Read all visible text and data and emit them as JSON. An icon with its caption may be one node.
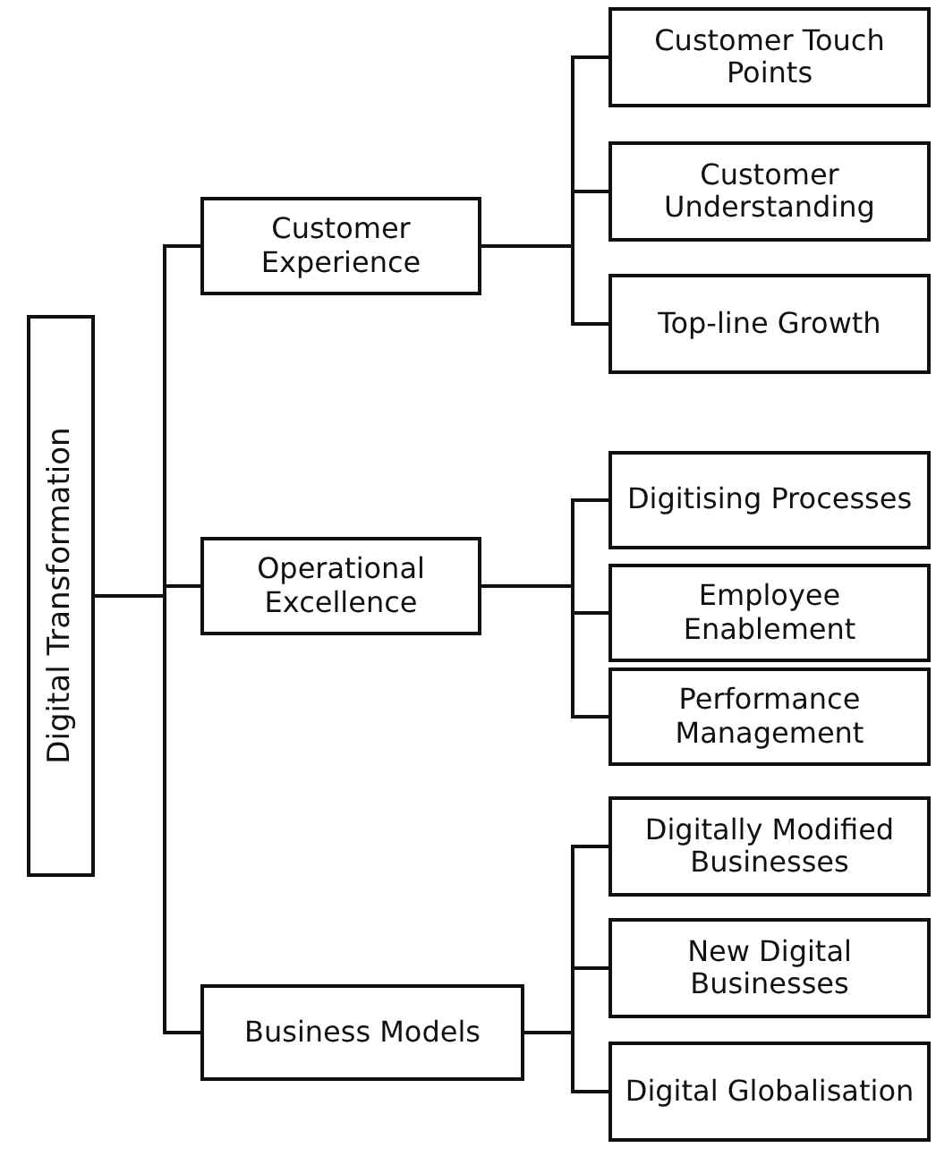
{
  "diagram": {
    "nodes": [
      {
        "text": [
          "Digital Transformation"
        ]
      },
      {
        "text": [
          "Customer Experience"
        ]
      },
      {
        "text": [
          "Customer Touch Points"
        ]
      },
      {
        "text": [
          "Customer Understanding"
        ]
      },
      {
        "text": [
          "Top-line Growth"
        ]
      },
      {
        "text": [
          "Operational Excellence"
        ]
      },
      {
        "text": [
          "Digitising Processes"
        ]
      },
      {
        "text": [
          "Employee Enablement"
        ]
      },
      {
        "text": [
          "Performance Management"
        ]
      },
      {
        "text": [
          "Business Models"
        ]
      },
      {
        "text": [
          "Digitally Modified Businesses"
        ]
      },
      {
        "text": [
          "New Digital Businesses"
        ]
      },
      {
        "text": [
          "Digital Globalisation"
        ]
      }
    ],
    "edges": [
      {
        "from": 0,
        "to": 1,
        "arrow": "none"
      },
      {
        "from": 0,
        "to": 5,
        "arrow": "none"
      },
      {
        "from": 0,
        "to": 9,
        "arrow": "none"
      },
      {
        "from": 1,
        "to": 2,
        "arrow": "none"
      },
      {
        "from": 1,
        "to": 3,
        "arrow": "none"
      },
      {
        "from": 1,
        "to": 4,
        "arrow": "none"
      },
      {
        "from": 5,
        "to": 6,
        "arrow": "none"
      },
      {
        "from": 5,
        "to": 7,
        "arrow": "none"
      },
      {
        "from": 5,
        "to": 8,
        "arrow": "none"
      },
      {
        "from": 9,
        "to": 10,
        "arrow": "none"
      },
      {
        "from": 9,
        "to": 11,
        "arrow": "none"
      },
      {
        "from": 9,
        "to": 12,
        "arrow": "none"
      }
    ]
  }
}
